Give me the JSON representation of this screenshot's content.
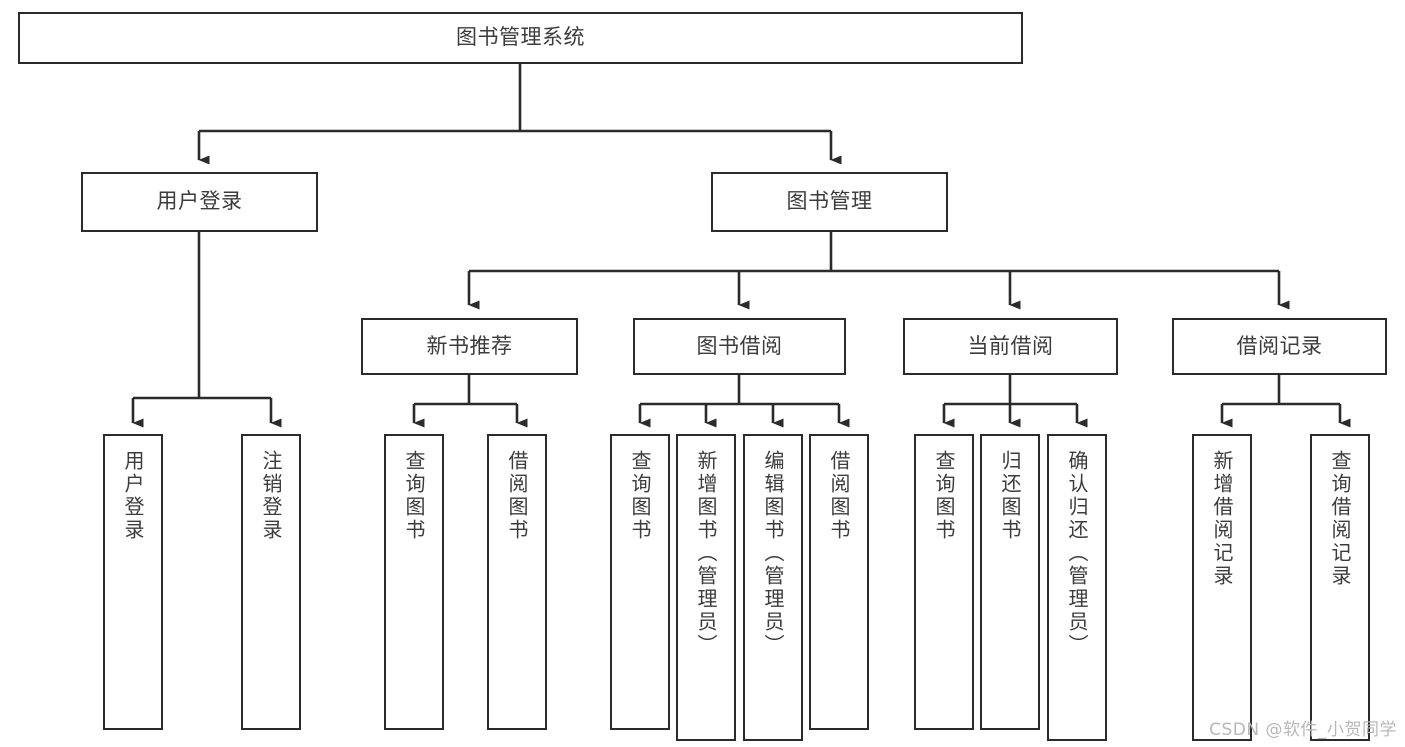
{
  "diagram": {
    "title": "图书管理系统",
    "type": "hierarchy-tree",
    "watermark": "CSDN @软件_小贺同学",
    "colors": {
      "stroke": "#2b2b2b",
      "text": "#3c3c3c",
      "background": "#ffffff",
      "watermark": "#b8b8b8"
    },
    "levels": {
      "root": {
        "label": "图书管理系统"
      },
      "level2": [
        {
          "label": "用户登录"
        },
        {
          "label": "图书管理"
        }
      ],
      "level3": [
        {
          "label": "新书推荐"
        },
        {
          "label": "图书借阅"
        },
        {
          "label": "当前借阅"
        },
        {
          "label": "借阅记录"
        }
      ],
      "leaves": {
        "user_login": [
          {
            "label": "用户登录"
          },
          {
            "label": "注销登录"
          }
        ],
        "new_book": [
          {
            "label": "查询图书"
          },
          {
            "label": "借阅图书"
          }
        ],
        "book_borrow": [
          {
            "label": "查询图书"
          },
          {
            "label": "新增图书（管理员）"
          },
          {
            "label": "编辑图书（管理员）"
          },
          {
            "label": "借阅图书"
          }
        ],
        "current_borrow": [
          {
            "label": "查询图书"
          },
          {
            "label": "归还图书"
          },
          {
            "label": "确认归还（管理员）"
          }
        ],
        "borrow_record": [
          {
            "label": "新增借阅记录"
          },
          {
            "label": "查询借阅记录"
          }
        ]
      }
    }
  }
}
